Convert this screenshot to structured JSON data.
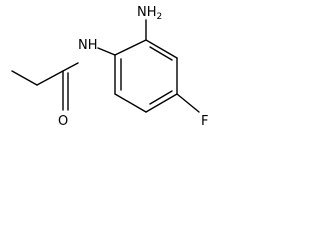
{
  "molecule": {
    "atoms": {
      "amine_N": "NH",
      "amine_subscript": "2",
      "amide_N": "NH",
      "carbonyl_O": "O",
      "fluorine": "F"
    },
    "colors": {
      "bond": "#000000",
      "label": "#000000",
      "background": "#ffffff"
    }
  }
}
